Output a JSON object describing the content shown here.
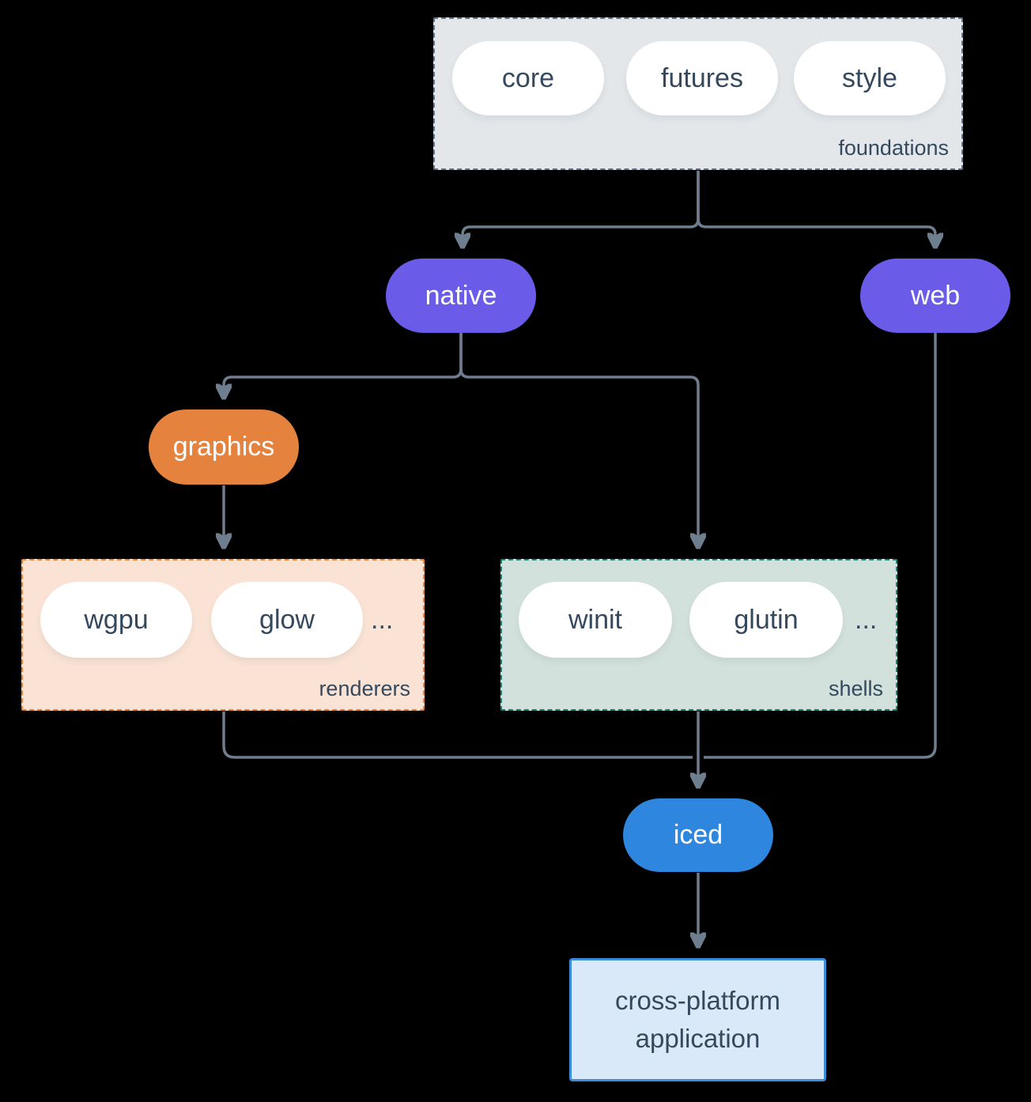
{
  "colors": {
    "background": "#000000",
    "arrow": "#6e7e8f",
    "dark_text": "#34495e",
    "purple_node": "#6a5ce8",
    "orange_node": "#e5823d",
    "blue_node": "#2e86de",
    "foundations_bg": "#e3e7ea",
    "foundations_border": "#64748b",
    "renderers_bg": "#fae3d4",
    "renderers_border": "#ee8133",
    "shells_bg": "#d3e1dc",
    "shells_border": "#1d8172",
    "app_bg": "#d9e9f9",
    "app_border": "#3a8cdd"
  },
  "groups": {
    "foundations": {
      "label": "foundations",
      "items": [
        "core",
        "futures",
        "style"
      ]
    },
    "renderers": {
      "label": "renderers",
      "items": [
        "wgpu",
        "glow"
      ],
      "ellipsis": "..."
    },
    "shells": {
      "label": "shells",
      "items": [
        "winit",
        "glutin"
      ],
      "ellipsis": "..."
    }
  },
  "nodes": {
    "native": "native",
    "web": "web",
    "graphics": "graphics",
    "iced": "iced",
    "app": "cross-platform application"
  },
  "edges": [
    {
      "from": "foundations",
      "to": "native"
    },
    {
      "from": "foundations",
      "to": "web"
    },
    {
      "from": "native",
      "to": "graphics"
    },
    {
      "from": "native",
      "to": "shells"
    },
    {
      "from": "graphics",
      "to": "renderers"
    },
    {
      "from": "renderers",
      "to": "iced"
    },
    {
      "from": "shells",
      "to": "iced"
    },
    {
      "from": "web",
      "to": "iced"
    },
    {
      "from": "iced",
      "to": "app"
    }
  ]
}
